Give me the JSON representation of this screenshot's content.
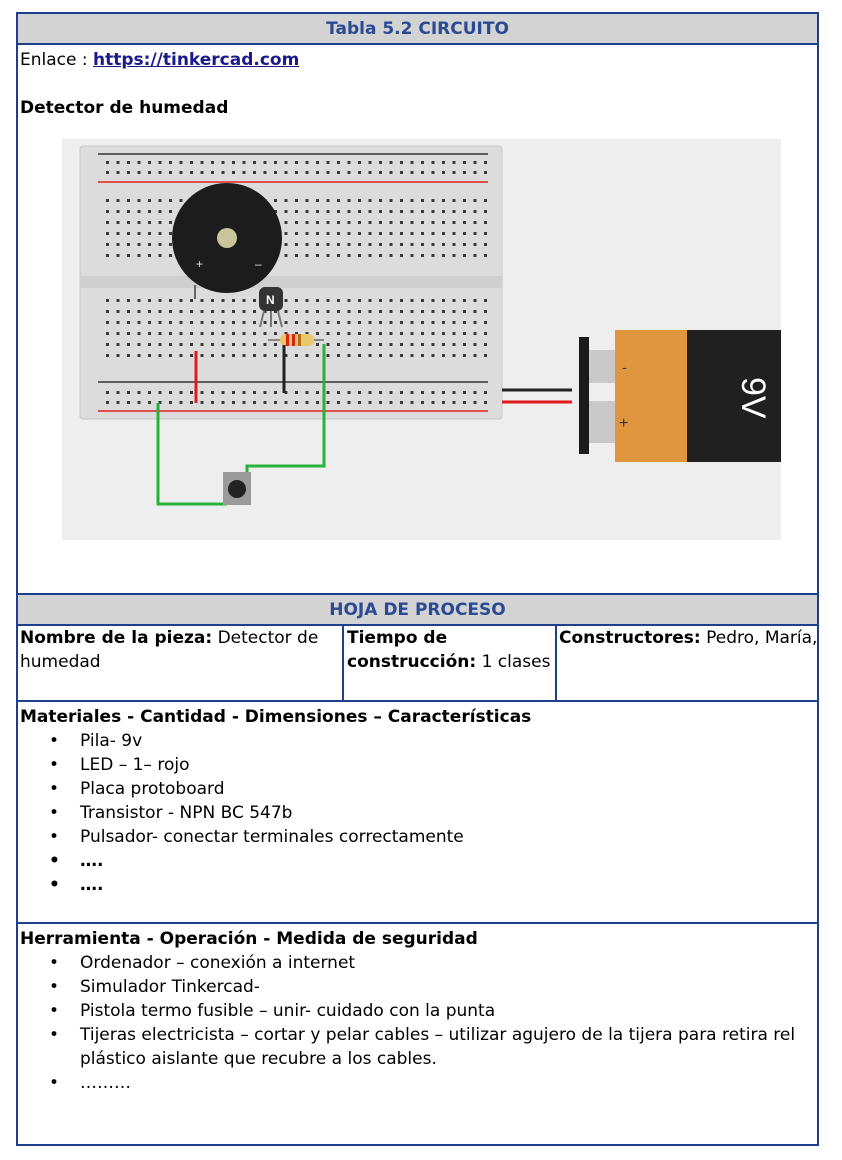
{
  "circuit_section": {
    "header": "Tabla 5.2 CIRCUITO",
    "link_label": "Enlace :",
    "link_text": "https://tinkercad.com",
    "title": "Detector de humedad",
    "image": {
      "battery_label": "9V",
      "battery_minus": "-",
      "battery_plus": "+",
      "transistor_label": "N"
    }
  },
  "process_section": {
    "header": "HOJA DE PROCESO",
    "piece_label": "Nombre de la pieza:",
    "piece_value": "Detector de",
    "piece_value_2": "humedad",
    "time_label_1": "Tiempo de",
    "time_label_2": "construcción:",
    "time_value": "1 clases",
    "builders_label": "Constructores:",
    "builders_value": "Pedro, María,"
  },
  "materials": {
    "heading": "Materiales - Cantidad - Dimensiones – Características",
    "items": [
      "Pila-  9v",
      "LED – 1– rojo",
      "Placa protoboard",
      "Transistor - NPN BC 547b",
      "Pulsador- conectar terminales correctamente",
      "….",
      "…."
    ]
  },
  "tools": {
    "heading": "Herramienta -  Operación  -  Medida de seguridad",
    "items": [
      "Ordenador – conexión a internet",
      "Simulador Tinkercad-",
      "Pistola termo fusible – unir- cuidado con la punta",
      "Tijeras electricista – cortar y pelar cables – utilizar agujero de la tijera para retira rel",
      "plástico aislante que recubre a los cables.",
      "………"
    ]
  },
  "colors": {
    "border": "#1f3f8a",
    "header_bg": "#d3d3d3",
    "header_text": "#2a4a94",
    "battery": "#e0953f",
    "wire_green": "#2bb13a",
    "wire_red": "#e01b1b"
  }
}
